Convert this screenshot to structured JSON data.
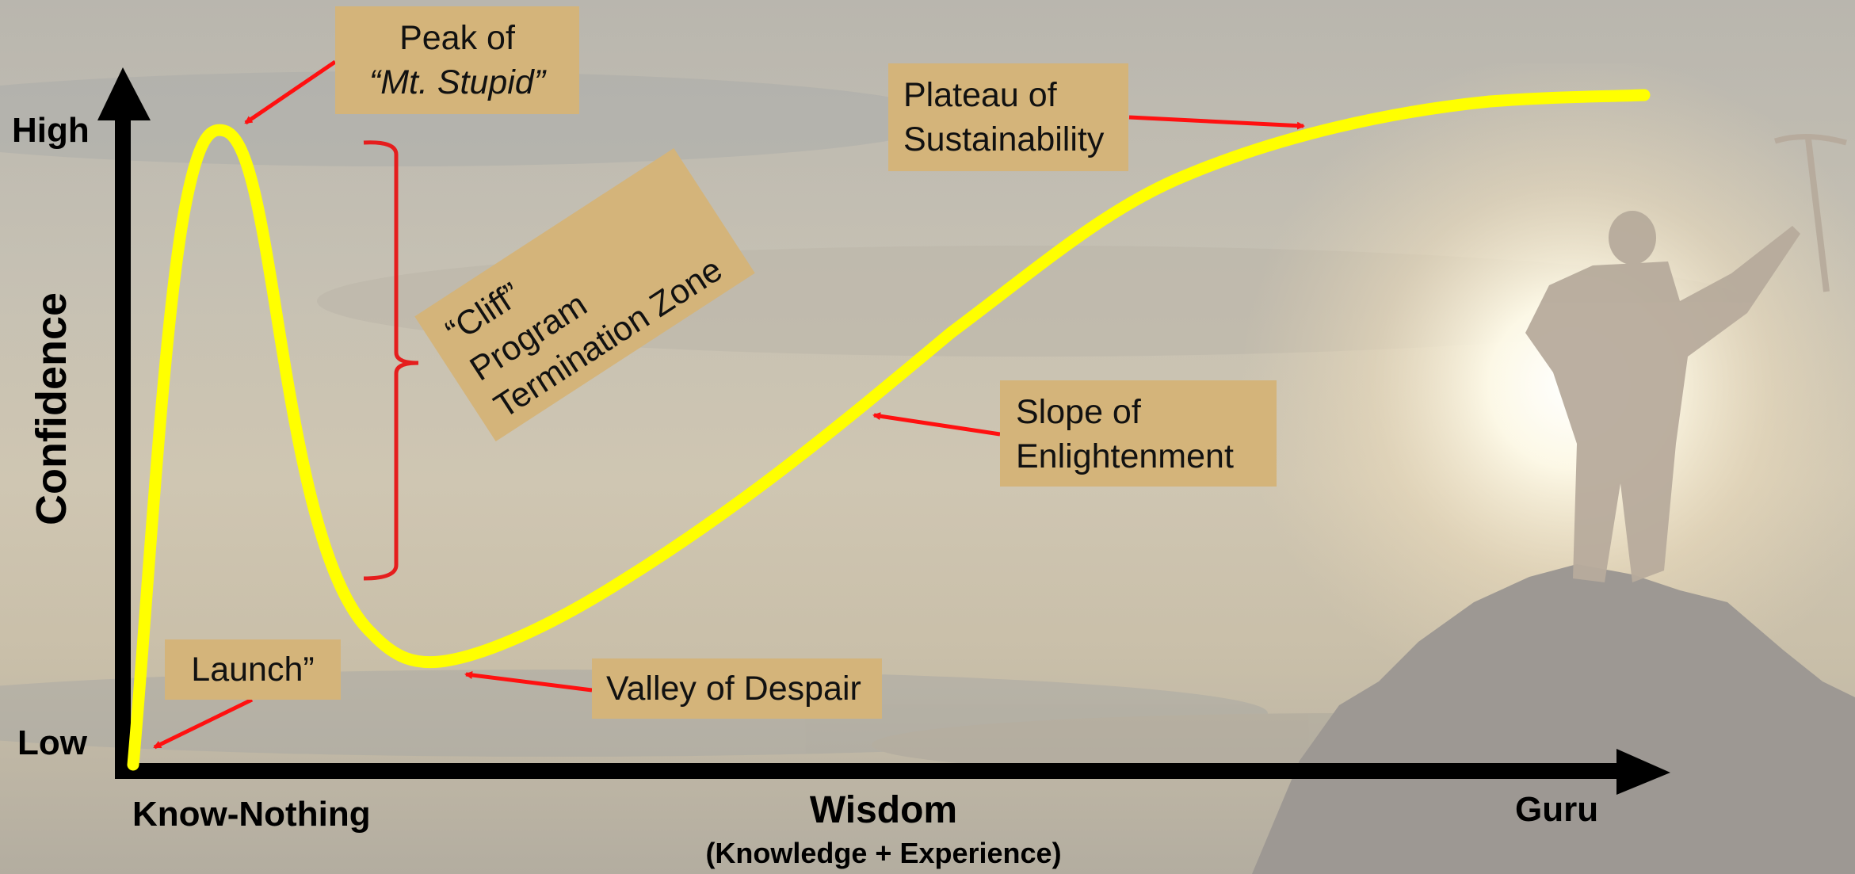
{
  "y_axis": {
    "title": "Confidence",
    "high_label": "High",
    "low_label": "Low"
  },
  "x_axis": {
    "title": "Wisdom",
    "subtitle": "(Knowledge + Experience)",
    "left_label": "Know-Nothing",
    "right_label": "Guru"
  },
  "callouts": {
    "peak": {
      "line1": "Peak of",
      "line2": "“Mt. Stupid”"
    },
    "plateau": {
      "line1": "Plateau of",
      "line2": "Sustainability"
    },
    "cliff": {
      "line1": "“Cliff”",
      "line2": "Program",
      "line3": "Termination Zone"
    },
    "slope": {
      "line1": "Slope of",
      "line2": "Enlightenment"
    },
    "launch": {
      "text": "Launch”"
    },
    "valley": {
      "text": "Valley of Despair"
    }
  },
  "colors": {
    "curve": "#ffff00",
    "arrow": "#ff1010",
    "bracket": "#e51d1d",
    "box": "#d4b47a",
    "axis": "#000000"
  }
}
